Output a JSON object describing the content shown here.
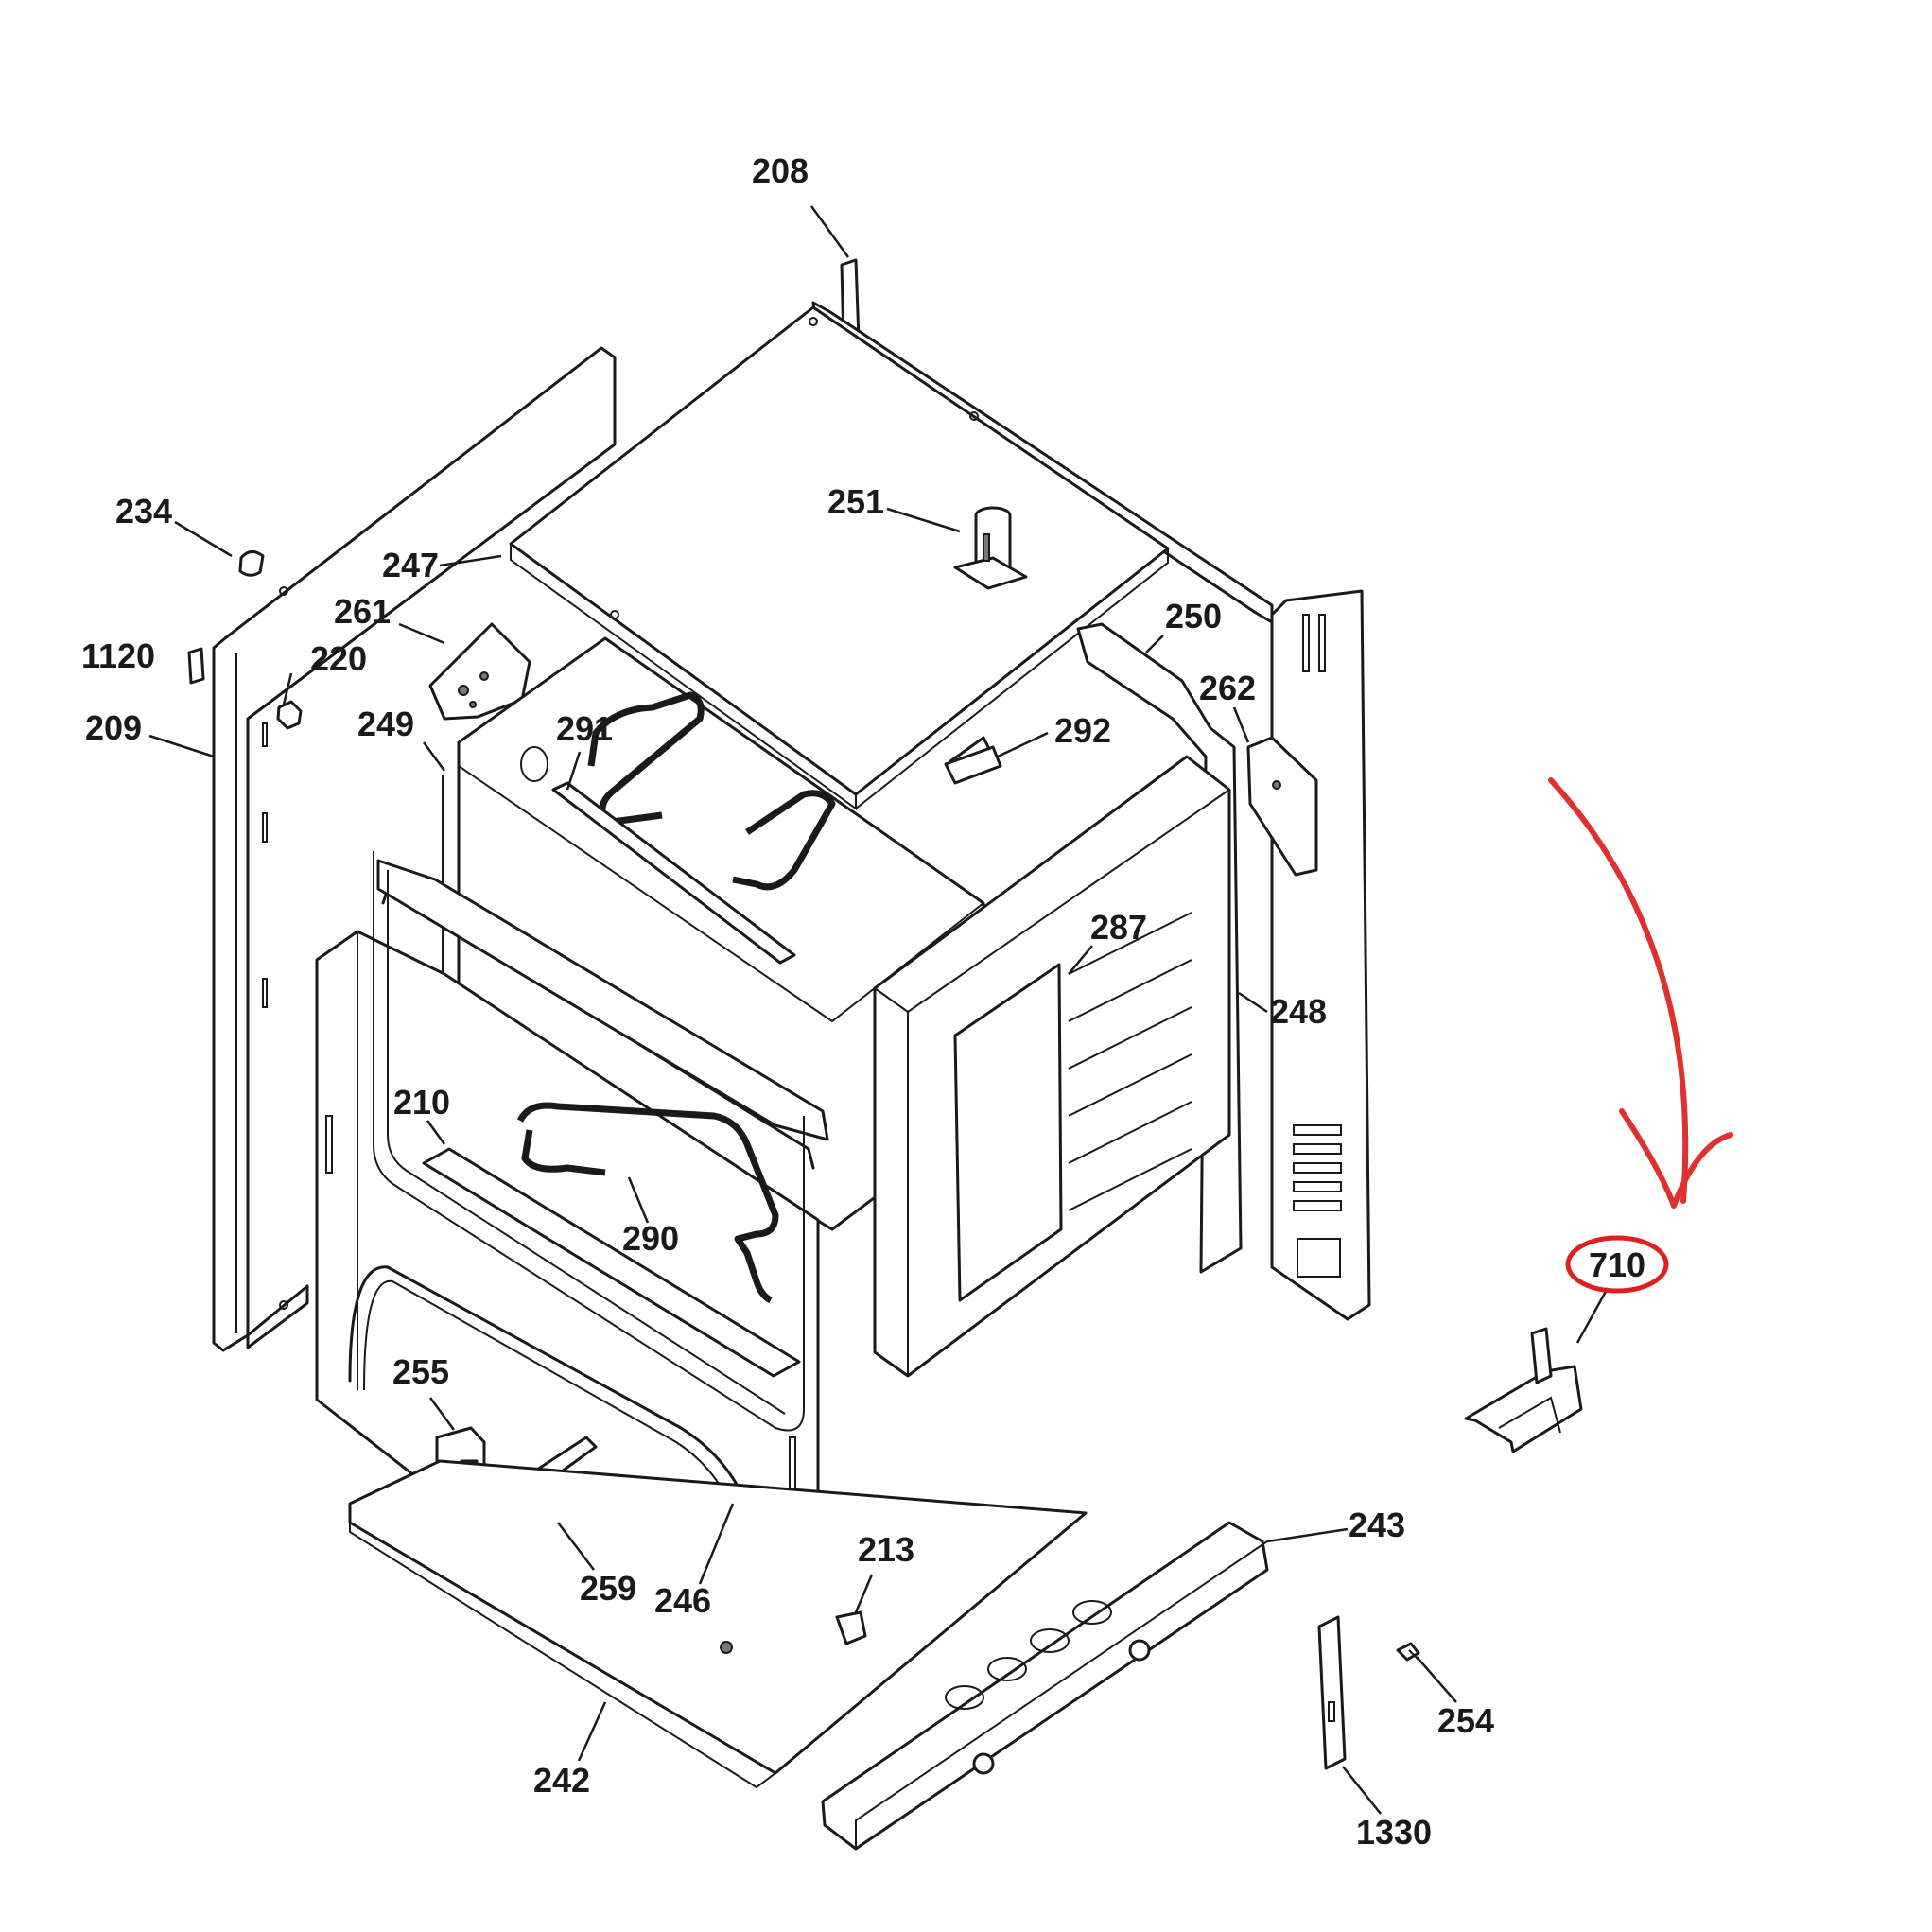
{
  "callouts": [
    {
      "id": "208",
      "label": "208"
    },
    {
      "id": "234",
      "label": "234"
    },
    {
      "id": "247",
      "label": "247"
    },
    {
      "id": "251",
      "label": "251"
    },
    {
      "id": "261",
      "label": "261"
    },
    {
      "id": "1120",
      "label": "1120"
    },
    {
      "id": "220",
      "label": "220"
    },
    {
      "id": "250",
      "label": "250"
    },
    {
      "id": "209",
      "label": "209"
    },
    {
      "id": "249",
      "label": "249"
    },
    {
      "id": "291",
      "label": "291"
    },
    {
      "id": "262",
      "label": "262"
    },
    {
      "id": "292",
      "label": "292"
    },
    {
      "id": "287",
      "label": "287"
    },
    {
      "id": "248",
      "label": "248"
    },
    {
      "id": "210",
      "label": "210"
    },
    {
      "id": "290",
      "label": "290"
    },
    {
      "id": "710",
      "label": "710"
    },
    {
      "id": "255",
      "label": "255"
    },
    {
      "id": "243",
      "label": "243"
    },
    {
      "id": "213",
      "label": "213"
    },
    {
      "id": "259",
      "label": "259"
    },
    {
      "id": "246",
      "label": "246"
    },
    {
      "id": "254",
      "label": "254"
    },
    {
      "id": "242",
      "label": "242"
    },
    {
      "id": "1330",
      "label": "1330"
    }
  ],
  "highlight": {
    "callout": "710",
    "color": "#e02020"
  },
  "colors": {
    "line": "#1a1a1a",
    "background": "#ffffff",
    "annotation": "#e03030"
  }
}
